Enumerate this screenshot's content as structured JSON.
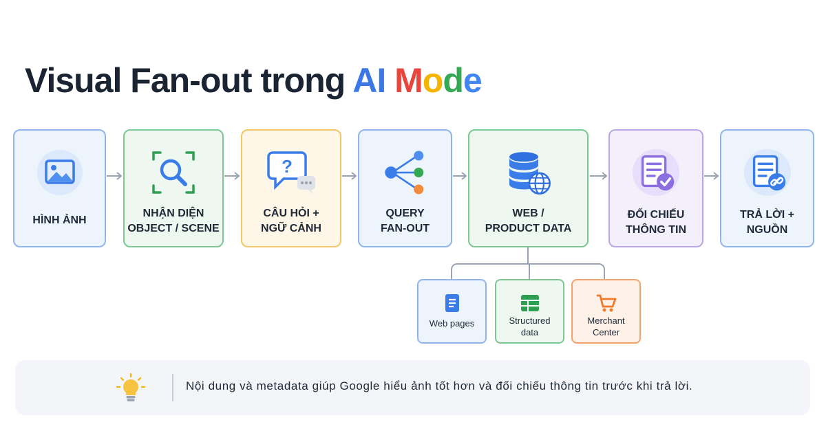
{
  "title": {
    "prefix": "Visual Fan-out trong ",
    "ai": "AI",
    "mode_letters": [
      "M",
      "o",
      "d",
      "e"
    ]
  },
  "steps": [
    {
      "label": "HÌNH ẢNH",
      "icon": "image-icon"
    },
    {
      "label": "NHẬN DIỆN\nOBJECT / SCENE",
      "icon": "scan-search-icon"
    },
    {
      "label": "CÂU HỎI +\nNGỮ CẢNH",
      "icon": "question-chat-icon"
    },
    {
      "label": "QUERY\nFAN-OUT",
      "icon": "fan-out-icon"
    },
    {
      "label": "WEB /\nPRODUCT DATA",
      "icon": "database-globe-icon"
    },
    {
      "label": "ĐỐI CHIẾU\nTHÔNG TIN",
      "icon": "document-check-icon"
    },
    {
      "label": "TRẢ LỜI +\nNGUỒN",
      "icon": "document-link-icon"
    }
  ],
  "sources": [
    {
      "label": "Web pages",
      "icon": "document-icon"
    },
    {
      "label": "Structured\ndata",
      "icon": "table-icon"
    },
    {
      "label": "Merchant\nCenter",
      "icon": "cart-icon"
    }
  ],
  "note": {
    "icon": "lightbulb-icon",
    "text": "Nội dung và metadata giúp Google hiểu ảnh tốt hơn và đối chiếu thông tin trước khi trả lời."
  },
  "colors": {
    "blue": "#4285f4",
    "green": "#34a853",
    "yellow": "#f4b400",
    "red": "#e8453c",
    "purple": "#8b6fe0",
    "orange": "#f28b3c"
  }
}
